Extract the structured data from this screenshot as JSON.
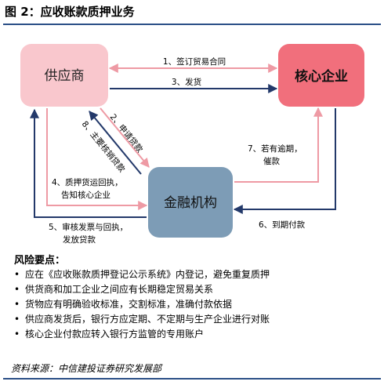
{
  "title": "图 2：应收账款质押业务",
  "nodes": {
    "supplier": "供应商",
    "core": "核心企业",
    "finance": "金融机构"
  },
  "arrows": {
    "step1": "1、签订贸易合同",
    "step3": "3、发货",
    "step2": "2、申请贷款",
    "step8": "8、主要核销贷款",
    "step4_line1": "4、质押货运回执，",
    "step4_line2": "告知核心企业",
    "step5_line1": "5、审核发票与回执，",
    "step5_line2": "发放贷款",
    "step7_line1": "7、若有逾期，",
    "step7_line2": "催款",
    "step6": "6、到期付款"
  },
  "risk": {
    "heading": "风险要点：",
    "items": [
      "应在《应收账款质押登记公示系统》内登记，避免重复质押",
      "供货商和加工企业之间应有长期稳定贸易关系",
      "货物应有明确验收标准，交割标准，准确付款依据",
      "供应商发货后，银行方应定期、不定期与生产企业进行对账",
      "核心企业付款应转入银行方监管的专用账户"
    ]
  },
  "source": "资料来源：中信建投证券研究发展部",
  "colors": {
    "supplier_fill": "#f9c7cd",
    "core_fill": "#f16f7c",
    "finance_fill": "#7d9cb6",
    "arrow_pink": "#ee9aa4",
    "arrow_navy": "#23396a",
    "rule": "#2a4f86"
  }
}
